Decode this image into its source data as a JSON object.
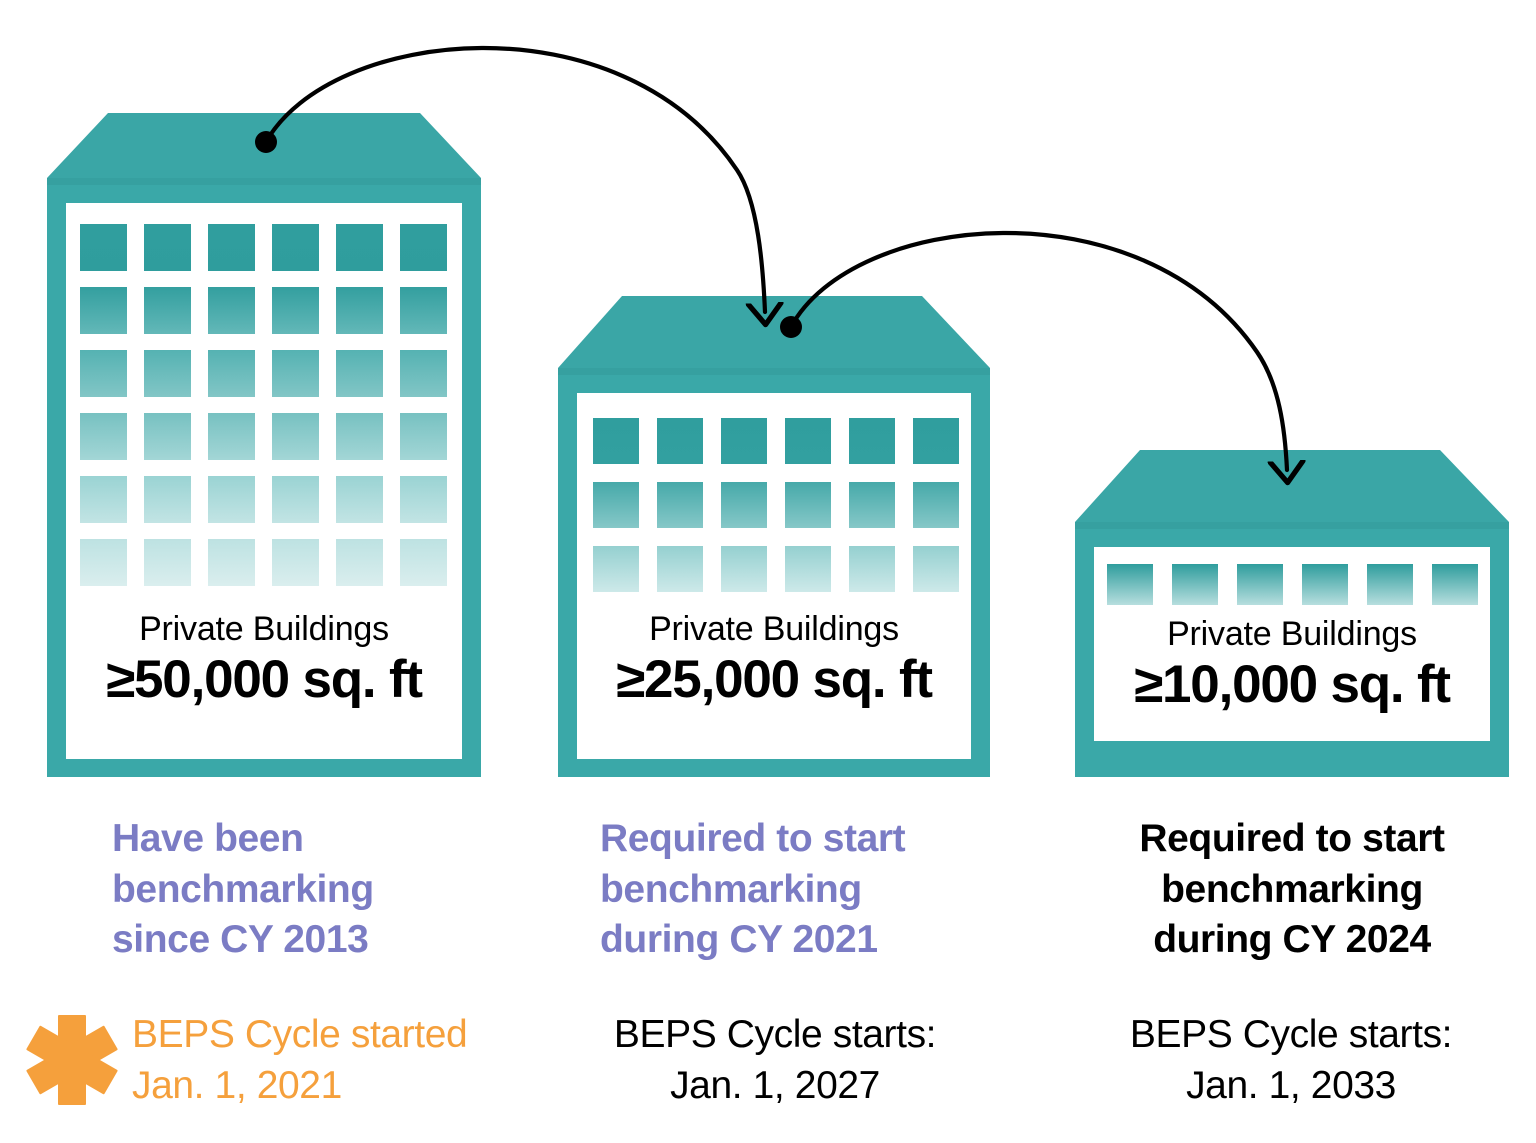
{
  "theme": {
    "teal": "#3aa6a6",
    "teal_roof": "#36a3a3",
    "teal_body": "#3aa8a8",
    "window_top": "#2f9e9e",
    "window_bottom": "#d6ecec",
    "purple": "#7b7cc4",
    "orange": "#f5a03c",
    "black": "#000000",
    "white": "#ffffff"
  },
  "columns": [
    {
      "id": "col-50k",
      "building": {
        "label": "Private Buildings",
        "size": "≥50,000 sq. ft",
        "window_rows": 6,
        "window_cols": 6
      },
      "caption": {
        "text": "Have been benchmarking since CY 2013",
        "lines": [
          "Have been",
          "benchmarking",
          "since CY 2013"
        ],
        "color": "#7b7cc4"
      },
      "beps": {
        "text": "BEPS Cycle started Jan. 1, 2021",
        "lines": [
          "BEPS Cycle started",
          "Jan. 1, 2021"
        ],
        "color": "#f5a03c",
        "has_asterisk": true
      }
    },
    {
      "id": "col-25k",
      "building": {
        "label": "Private Buildings",
        "size": "≥25,000 sq. ft",
        "window_rows": 3,
        "window_cols": 6
      },
      "caption": {
        "text": "Required to start benchmarking during CY 2021",
        "lines": [
          "Required to start",
          "benchmarking",
          "during CY 2021"
        ],
        "color": "#7b7cc4"
      },
      "beps": {
        "text": "BEPS Cycle starts: Jan. 1, 2027",
        "lines": [
          "BEPS Cycle starts:",
          "Jan. 1, 2027"
        ],
        "color": "#000000",
        "has_asterisk": false
      }
    },
    {
      "id": "col-10k",
      "building": {
        "label": "Private Buildings",
        "size": "≥10,000 sq. ft",
        "window_rows": 1,
        "window_cols": 6
      },
      "caption": {
        "text": "Required to start benchmarking during CY 2024",
        "lines": [
          "Required to start",
          "benchmarking",
          "during CY 2024"
        ],
        "color": "#000000"
      },
      "beps": {
        "text": "BEPS Cycle starts: Jan. 1, 2033",
        "lines": [
          "BEPS Cycle starts:",
          "Jan. 1, 2033"
        ],
        "color": "#000000",
        "has_asterisk": false
      }
    }
  ],
  "arrows": [
    {
      "id": "arrow-50k-to-25k",
      "from": "col-50k",
      "to": "col-25k"
    },
    {
      "id": "arrow-25k-to-10k",
      "from": "col-25k",
      "to": "col-10k"
    }
  ],
  "icons": {
    "asterisk": "asterisk-icon",
    "arrow": "curved-arrow-icon"
  }
}
